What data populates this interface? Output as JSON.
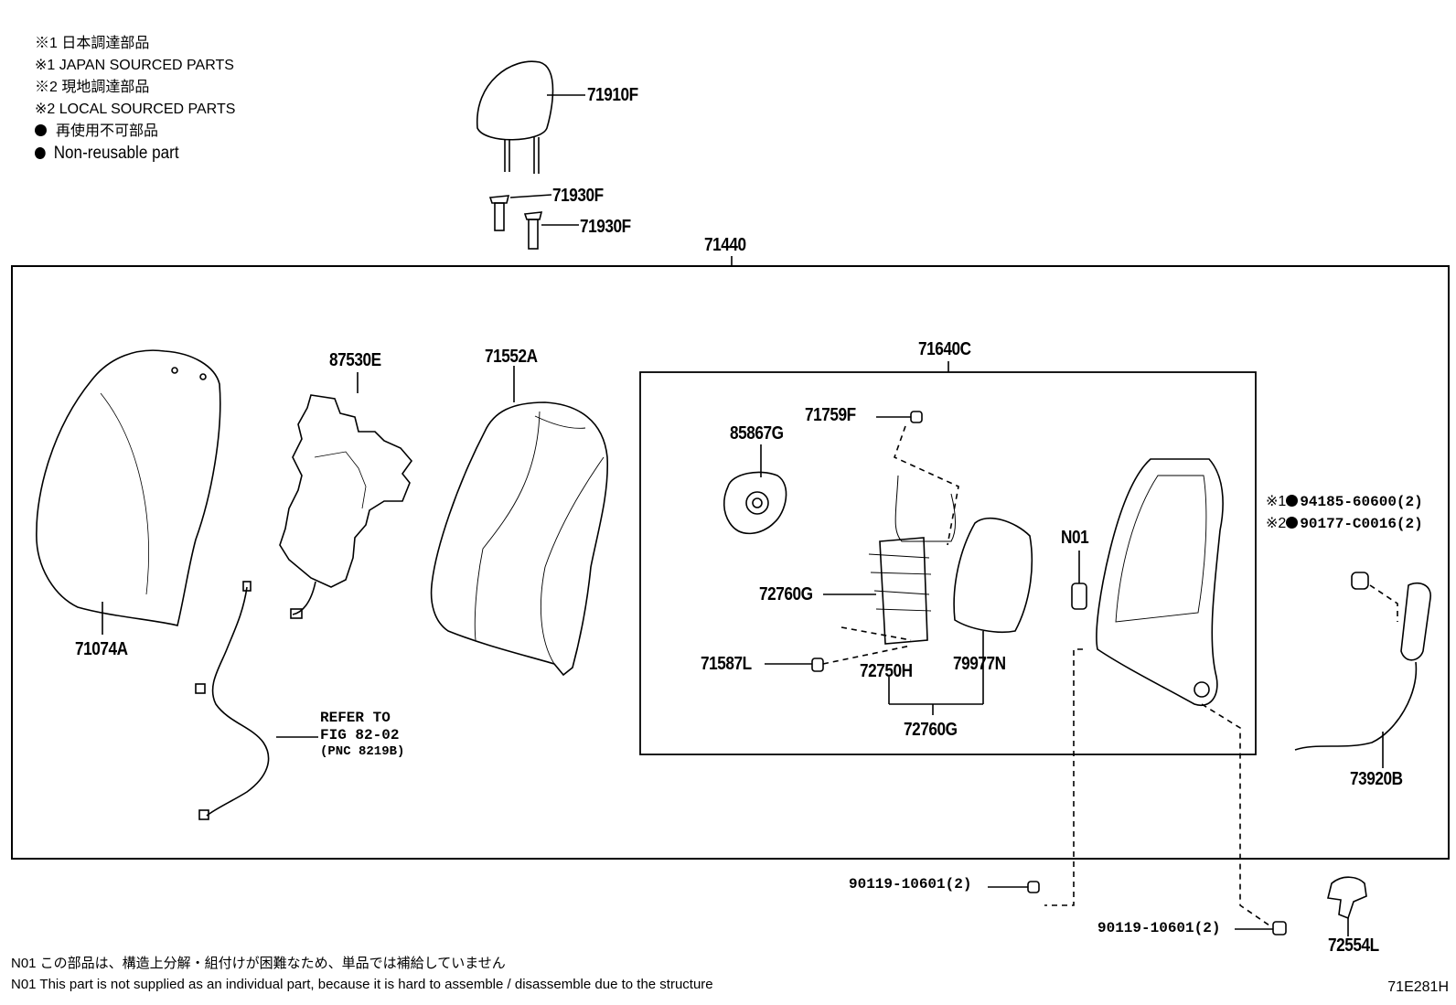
{
  "legend": {
    "l1": "※1 日本調達部品",
    "l2": "※1 JAPAN SOURCED PARTS",
    "l3": "※2 現地調達部品",
    "l4": "※2 LOCAL SOURCED PARTS",
    "l5": "再使用不可部品",
    "l6": "Non-reusable part"
  },
  "parts": {
    "p71910F": "71910F",
    "p71930F_a": "71930F",
    "p71930F_b": "71930F",
    "p71440": "71440",
    "p87530E": "87530E",
    "p71552A": "71552A",
    "p71640C": "71640C",
    "p71759F": "71759F",
    "p85867G": "85867G",
    "p72760G_a": "72760G",
    "p71587L": "71587L",
    "p72750H": "72750H",
    "p79977N": "79977N",
    "p72760G_b": "72760G",
    "pN01": "N01",
    "p71074A": "71074A",
    "p73920B": "73920B",
    "p72554L": "72554L",
    "bolt1": "90119-10601(2)",
    "bolt2": "90119-10601(2)"
  },
  "refer": {
    "line1": "REFER TO",
    "line2": "FIG 82-02",
    "line3": "(PNC 8219B)"
  },
  "sourced": {
    "s1_mark": "※1",
    "s1_part": "94185-60600(2)",
    "s2_mark": "※2",
    "s2_part": "90177-C0016(2)"
  },
  "notes": {
    "jp": "N01 この部品は、構造上分解・組付けが困難なため、単品では補給していません",
    "en": "N01 This part is not supplied as an individual part, because it is hard to assemble / disassemble due to the structure"
  },
  "figure_id": "71E281H"
}
